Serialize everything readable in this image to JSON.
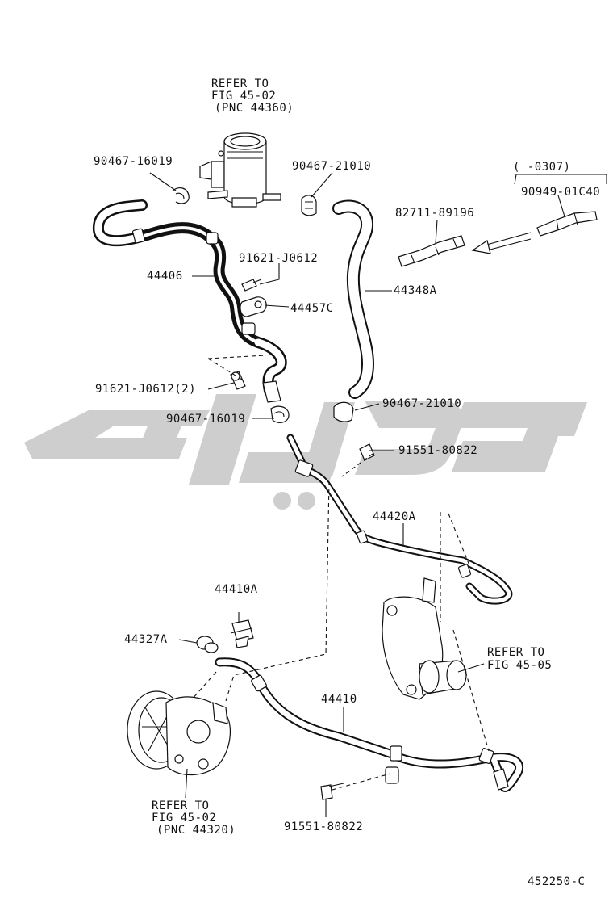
{
  "figure_code": "452250-C",
  "watermark_text": "",
  "callouts": {
    "refer_top": [
      "REFER TO",
      "FIG 45-02",
      "(PNC 44360)"
    ],
    "refer_mid": [
      "REFER TO",
      "FIG 45-05"
    ],
    "refer_bottom": [
      "REFER TO",
      "FIG 45-02",
      "(PNC 44320)"
    ],
    "date_range": "(    -0307)"
  },
  "part_labels": {
    "p90467_16019_top": "90467-16019",
    "p90467_21010_top": "90467-21010",
    "p90949_01c40": "90949-01C40",
    "p82711_89196": "82711-89196",
    "p91621_j0612": "91621-J0612",
    "p44406": "44406",
    "p44457c": "44457C",
    "p44348a": "44348A",
    "p91621_j0612_2": "91621-J0612(2)",
    "p90467_21010_mid": "90467-21010",
    "p90467_16019_mid": "90467-16019",
    "p91551_80822_top": "91551-80822",
    "p44420a": "44420A",
    "p44410a": "44410A",
    "p44327a": "44327A",
    "p44410": "44410",
    "p91551_80822_bottom": "91551-80822"
  }
}
